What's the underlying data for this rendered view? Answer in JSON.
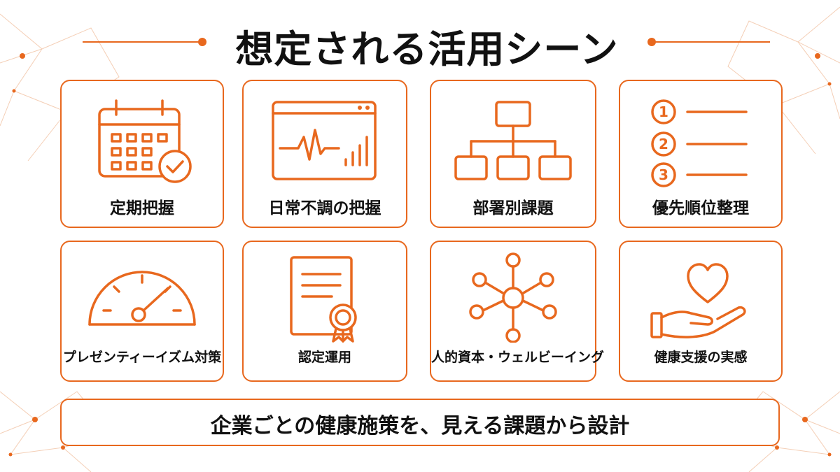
{
  "title": "想定される活用シーン",
  "accent_color": "#e8681e",
  "scenes": [
    {
      "label": "定期把握",
      "icon": "calendar-check-icon"
    },
    {
      "label": "日常不調の把握",
      "icon": "monitor-pulse-icon"
    },
    {
      "label": "部署別課題",
      "icon": "org-chart-icon"
    },
    {
      "label": "優先順位整理",
      "icon": "numbered-list-icon"
    },
    {
      "label": "プレゼンティーイズム対策",
      "icon": "gauge-icon"
    },
    {
      "label": "認定運用",
      "icon": "certificate-icon"
    },
    {
      "label": "人的資本・ウェルビーイング",
      "icon": "network-hub-icon"
    },
    {
      "label": "健康支援の実感",
      "icon": "hand-heart-icon"
    }
  ],
  "list_numbers": [
    "1",
    "2",
    "3"
  ],
  "footer_text": "企業ごとの健康施策を、見える課題から設計"
}
